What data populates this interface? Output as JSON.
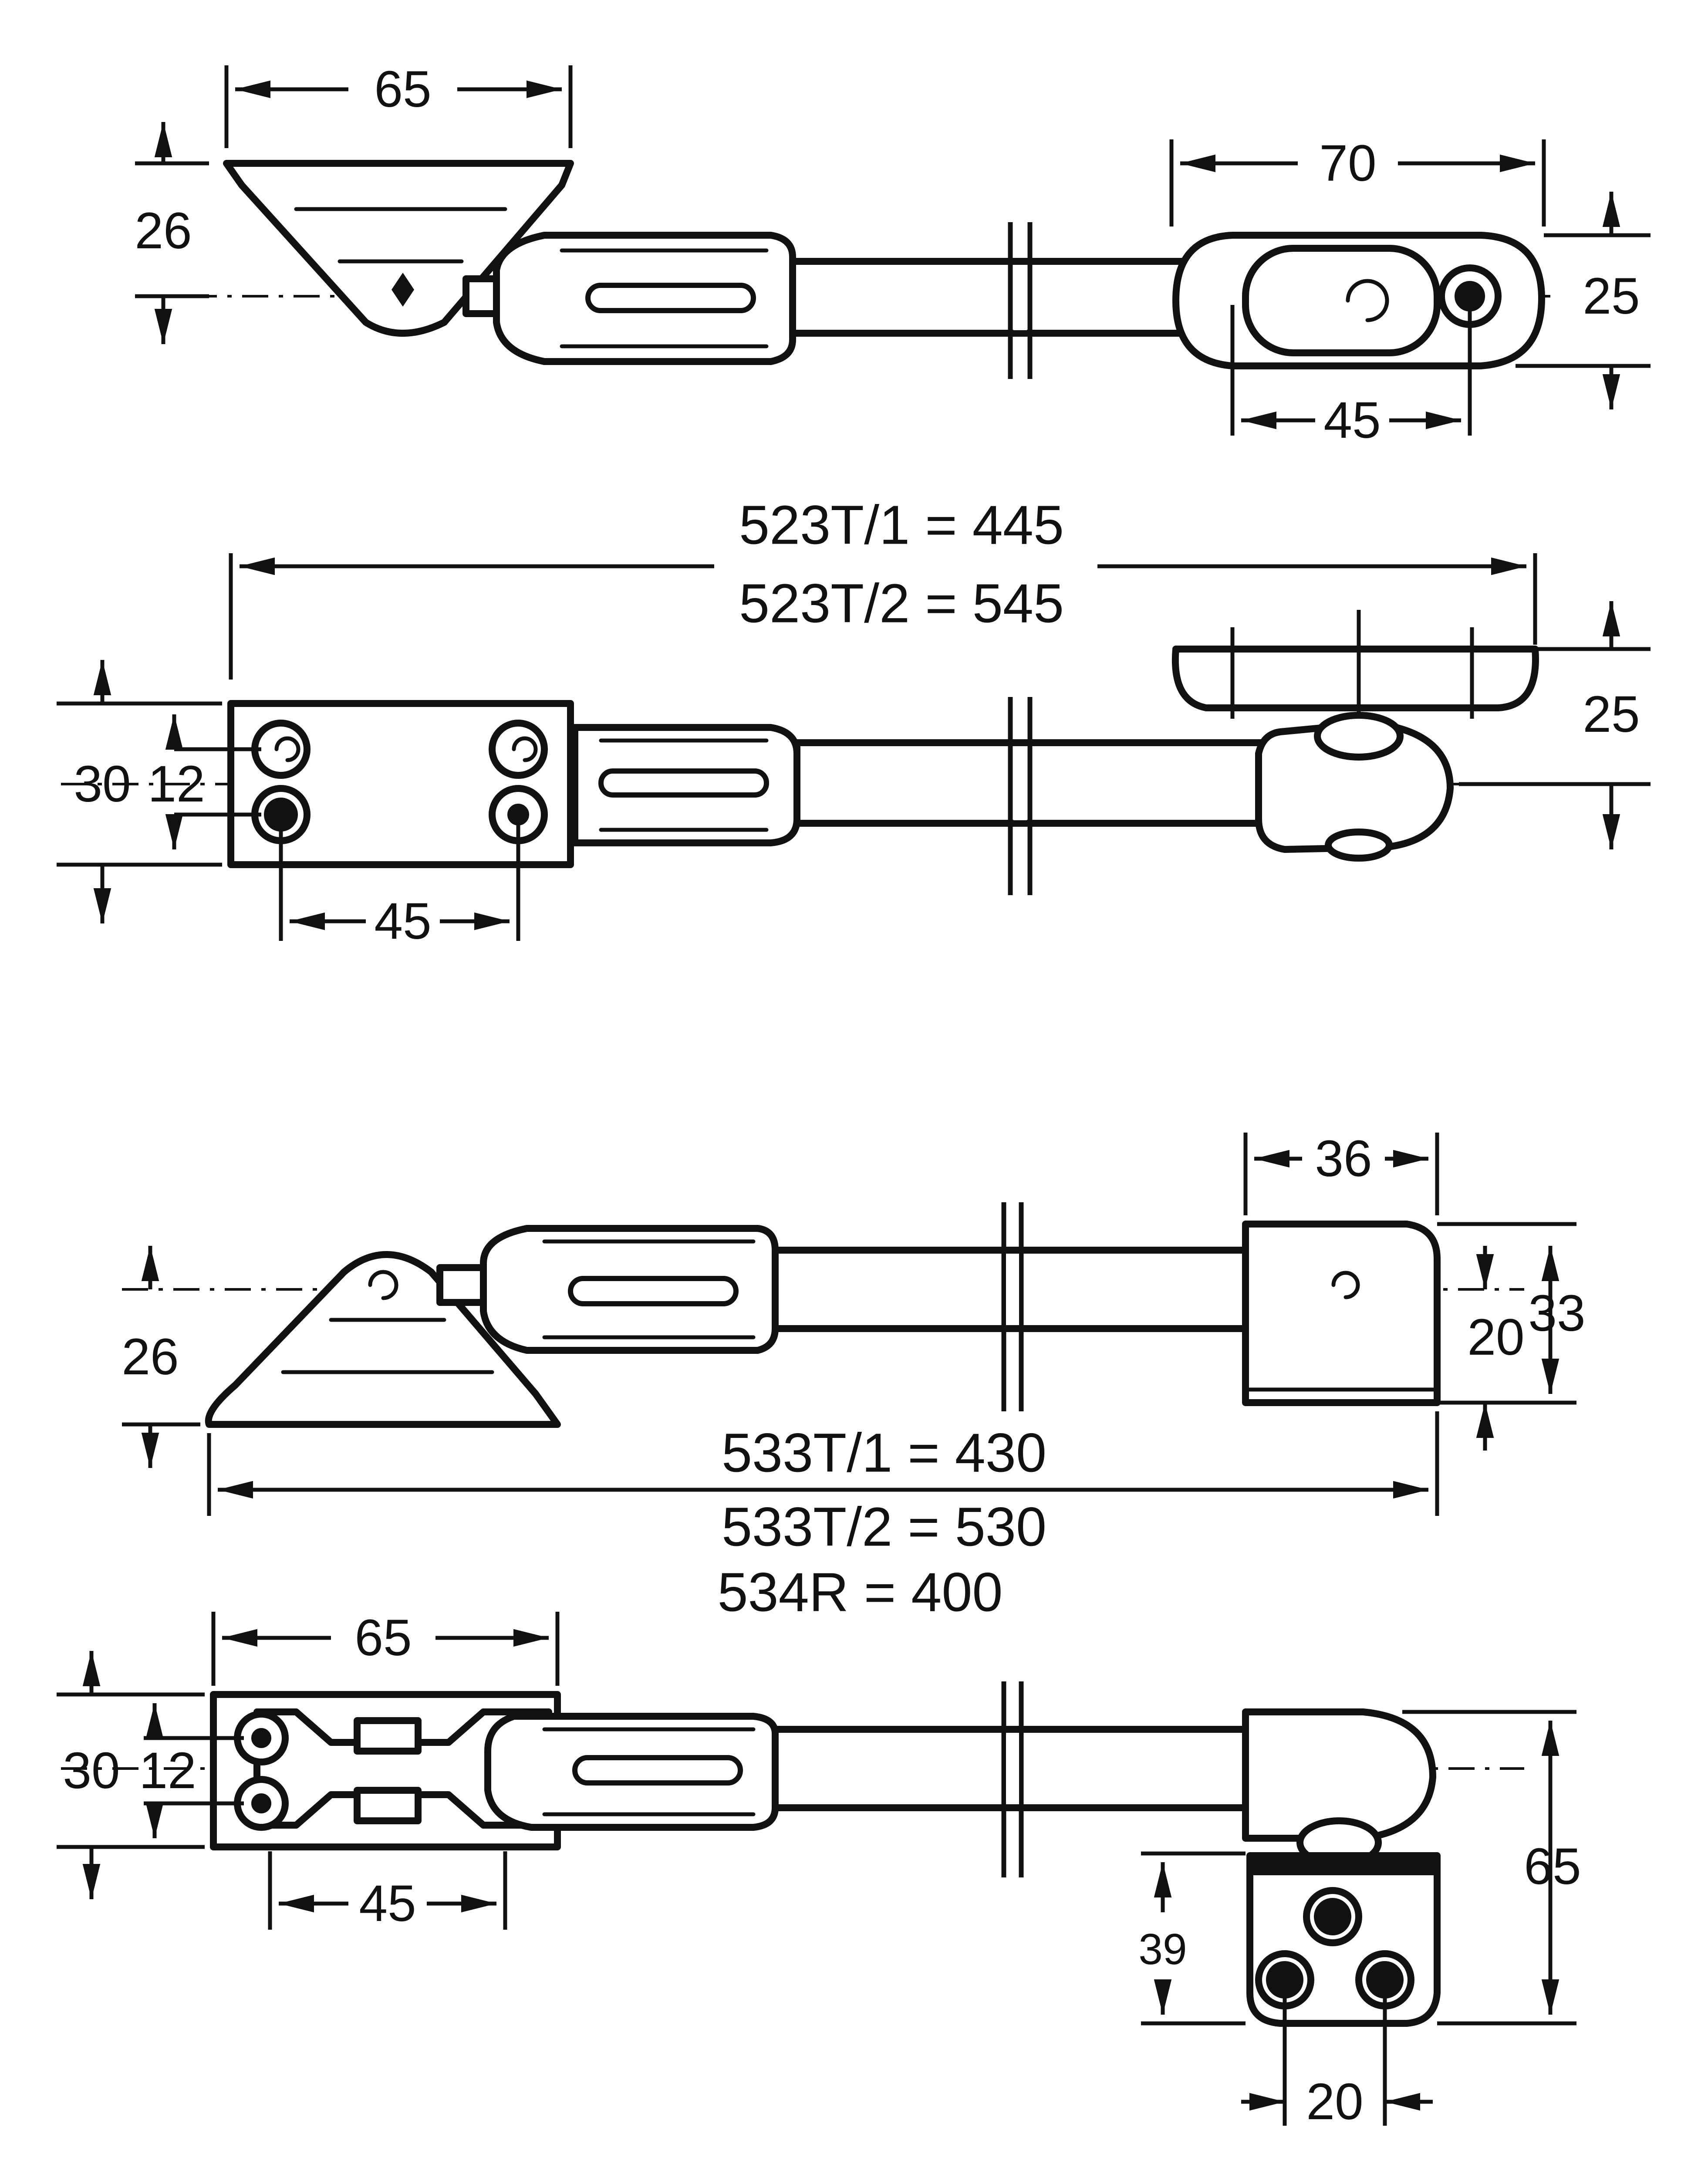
{
  "views": {
    "v1": {
      "d65": "65",
      "d70": "70",
      "d26": "26",
      "d25": "25",
      "d45": "45"
    },
    "v2": {
      "len1": "523T/1 = 445",
      "len2": "523T/2 = 545",
      "d30": "30",
      "d12": "12",
      "d45": "45",
      "d25": "25"
    },
    "v3": {
      "d36": "36",
      "d26": "26",
      "d20": "20",
      "d33": "33",
      "len1": "533T/1 = 430",
      "len2": "533T/2 = 530",
      "len3": "534R = 400"
    },
    "v4": {
      "d65top": "65",
      "d30": "30",
      "d12": "12",
      "d45": "45",
      "d65side": "65",
      "d39": "39",
      "d20": "20"
    }
  }
}
